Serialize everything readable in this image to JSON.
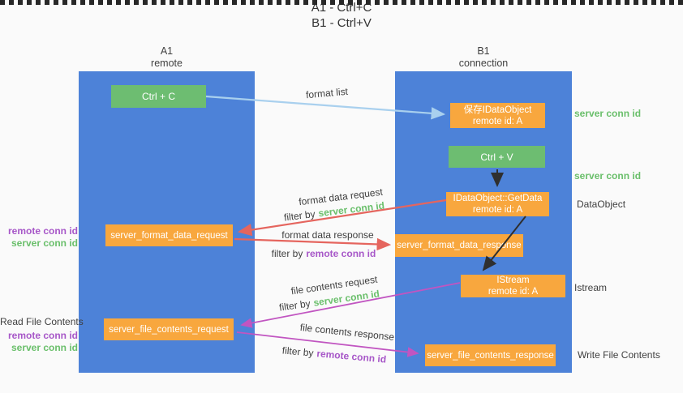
{
  "title": {
    "line1": "A1 - Ctrl+C",
    "line2": "B1 - Ctrl+V"
  },
  "lanes": {
    "a1": {
      "name": "A1",
      "subtitle": "remote"
    },
    "b1": {
      "name": "B1",
      "subtitle": "connection"
    }
  },
  "nodes": {
    "ctrl_c": {
      "label": "Ctrl + C"
    },
    "save_dataobject": {
      "line1": "保存IDataObject",
      "line2": "remote id: A"
    },
    "ctrl_v": {
      "label": "Ctrl + V"
    },
    "getdata": {
      "line1": "IDataObject::GetData",
      "line2": "remote id: A"
    },
    "format_request": {
      "label": "server_format_data_request"
    },
    "format_response": {
      "label": "server_format_data_response"
    },
    "istream": {
      "line1": "IStream",
      "line2": "remote id: A"
    },
    "file_request": {
      "label": "server_file_contents_request"
    },
    "file_response": {
      "label": "server_file_contents_response"
    }
  },
  "arrow_labels": {
    "format_list": "format list",
    "format_data_request": "format data request",
    "format_data_response": "format data response",
    "file_contents_request": "file contents request",
    "file_contents_response": "file contents response",
    "filter_by": "filter by",
    "server_conn_id": "server conn id",
    "remote_conn_id": "remote conn id"
  },
  "side_labels": {
    "server_conn_id_top": "server conn id",
    "server_conn_id_mid": "server conn id",
    "dataobject": "DataObject",
    "istream": "Istream",
    "write_file_contents": "Write File Contents",
    "read_file_contents": "Read File Contents",
    "remote_conn_id_left_top": "remote conn id",
    "server_conn_id_left_top": "server conn id",
    "remote_conn_id_left_bottom": "remote conn id",
    "server_conn_id_left_bottom": "server conn id"
  },
  "colors": {
    "background": "#fafafa",
    "lane_blue": "#4d82d8",
    "box_green": "#6dbd71",
    "box_orange": "#f8a73e",
    "arrow_blue": "#a9d0ee",
    "arrow_red": "#e5655e",
    "arrow_magenta": "#c155c1",
    "arrow_black": "#2f2f2f",
    "label_green": "#6abf6b",
    "label_purple": "#a757c8",
    "text_dark": "#3f3f3f"
  }
}
